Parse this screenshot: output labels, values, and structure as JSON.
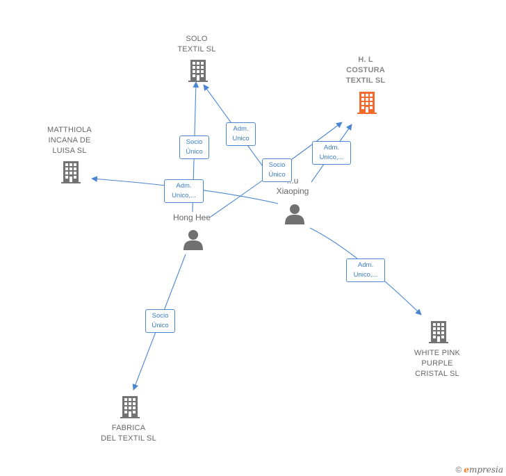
{
  "nodes": {
    "solo_textil": {
      "label": "SOLO\nTEXTIL  SL"
    },
    "h_l_costura": {
      "label": "H. L\nCOSTURA\nTEXTIL  SL"
    },
    "matthiola": {
      "label": "MATTHIOLA\nINCANA DE\nLUISA  SL"
    },
    "white_pink": {
      "label": "WHITE PINK\nPURPLE\nCRISTAL  SL"
    },
    "fabrica": {
      "label": "FABRICA\nDEL TEXTIL  SL"
    },
    "hong_hee": {
      "label": "Hong Hee"
    },
    "xiaoping": {
      "label": "...u\nXiaoping"
    }
  },
  "edges": {
    "e1": "Socio\nÚnico",
    "e2": "Adm.\nUnico",
    "e3": "Socio\nÚnico",
    "e4": "Adm.\nUnico,...",
    "e5": "Adm.\nUnico,...",
    "e6": "Adm.\nUnico,...",
    "e7": "Socio\nÚnico"
  },
  "colors": {
    "edge": "#4a86d0",
    "company": "#737373",
    "highlight": "#f26a2e",
    "person": "#707070"
  },
  "footer": {
    "copyright": "©",
    "brand_first": "e",
    "brand_rest": "mpresia"
  }
}
